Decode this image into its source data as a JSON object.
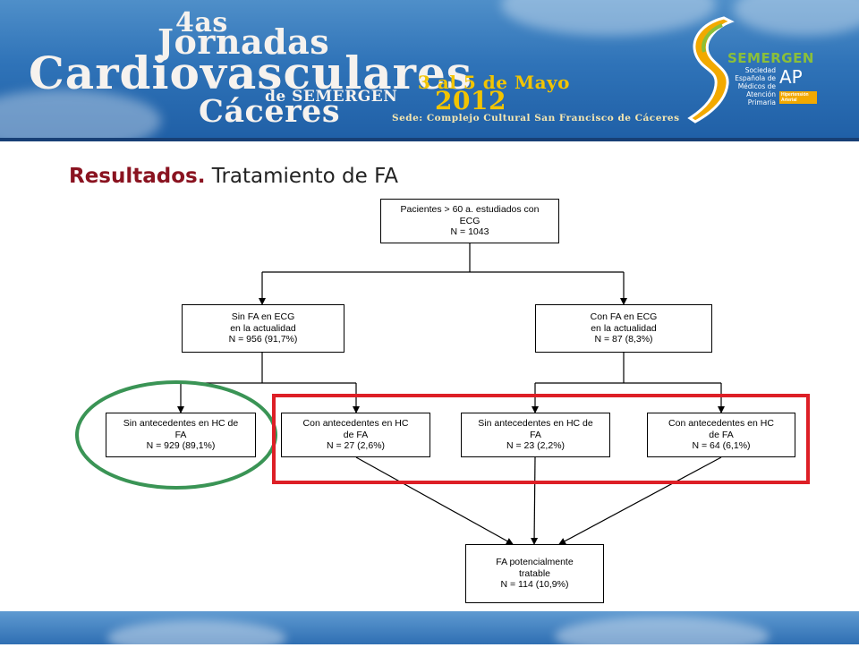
{
  "banner": {
    "edition": "4as",
    "line1": "Jornadas",
    "line2": "Cardiovasculares",
    "line3": "de SEMERGEN",
    "city": "Cáceres",
    "dates": "3 al 5 de Mayo",
    "year": "2012",
    "venue": "Sede: Complejo Cultural San Francisco de Cáceres",
    "logo": {
      "brand": "SEMERGEN",
      "ap": "AP",
      "subtitle": "Sociedad Española de Médicos de Atención Primaria",
      "tag": "Hipertensión Arterial"
    }
  },
  "title": {
    "strong": "Resultados",
    "separator": ".",
    "rest": " Tratamiento de FA"
  },
  "diagram": {
    "nodes": {
      "root": [
        "Pacientes  > 60 a. estudiados con",
        "ECG",
        "N = 1043"
      ],
      "sin_fa": [
        "Sin FA en ECG",
        "en la actualidad",
        "N = 956 (91,7%)"
      ],
      "con_fa": [
        "Con FA en ECG",
        "en la actualidad",
        "N = 87 (8,3%)"
      ],
      "sin_fa_sin_hc": [
        "Sin antecedentes en HC de",
        "FA",
        "N = 929 (89,1%)"
      ],
      "sin_fa_con_hc": [
        "Con antecedentes en HC",
        "de FA",
        "N = 27 (2,6%)"
      ],
      "con_fa_sin_hc": [
        "Sin antecedentes en HC de",
        "FA",
        "N = 23 (2,2%)"
      ],
      "con_fa_con_hc": [
        "Con antecedentes en HC",
        "de FA",
        "N = 64 (6,1%)"
      ],
      "tratable": [
        "FA potencialmente",
        "tratable",
        "N = 114 (10,9%)"
      ]
    },
    "highlight_colors": {
      "ellipse": "#3a9455",
      "rectangle": "#dd1f26"
    }
  }
}
